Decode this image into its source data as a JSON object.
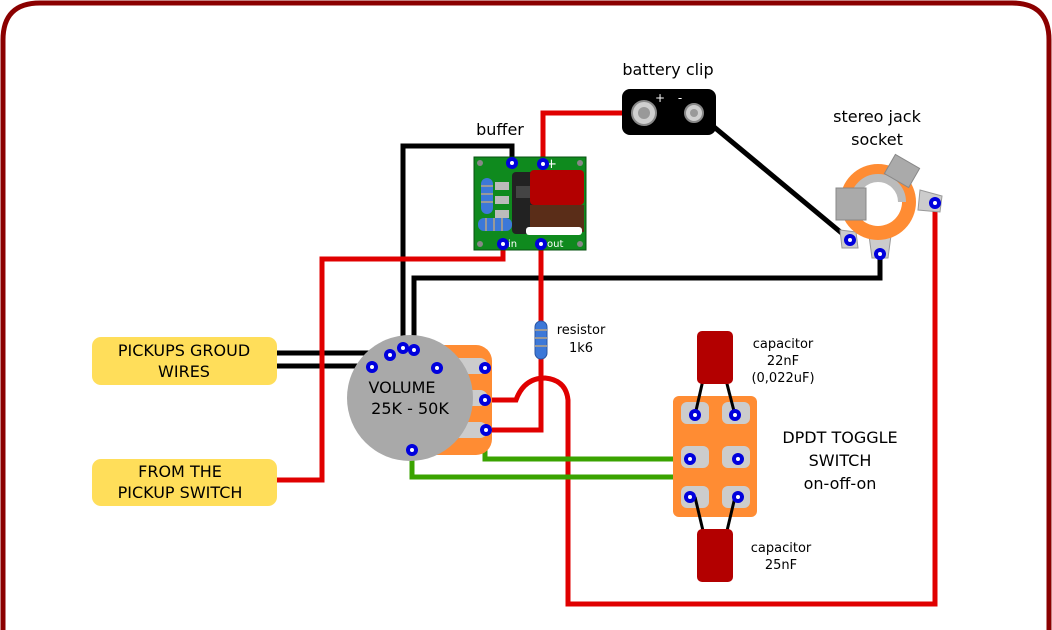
{
  "labels": {
    "battery_clip": "battery clip",
    "battery_plus": "+",
    "battery_minus": "-",
    "buffer": "buffer",
    "buffer_minus": "-",
    "buffer_plus": "+",
    "buffer_in": "in",
    "buffer_out": "out",
    "jack_line1": "stereo jack",
    "jack_line2": "socket",
    "pickups_line1": "PICKUPS GROUD",
    "pickups_line2": "WIRES",
    "from_line1": "FROM THE",
    "from_line2": "PICKUP SWITCH",
    "volume_line1": "VOLUME",
    "volume_line2": "25K - 50K",
    "resistor_line1": "resistor",
    "resistor_line2": "1k6",
    "cap1_line1": "capacitor",
    "cap1_line2": "22nF",
    "cap1_line3": "(0,022uF)",
    "switch_line1": "DPDT TOGGLE",
    "switch_line2": "SWITCH",
    "switch_line3": "on-off-on",
    "cap2_line1": "capacitor",
    "cap2_line2": "25nF"
  },
  "colors": {
    "frame": "#8b0000",
    "wire_red": "#e00000",
    "wire_black": "#000000",
    "wire_green": "#3aa300",
    "solder": "#0000dd",
    "label_bg": "#ffde5a",
    "pot_body": "#a9a9a9",
    "pcb": "#0f8a1e",
    "orange": "#ff8c33",
    "capacitor": "#b30000"
  }
}
